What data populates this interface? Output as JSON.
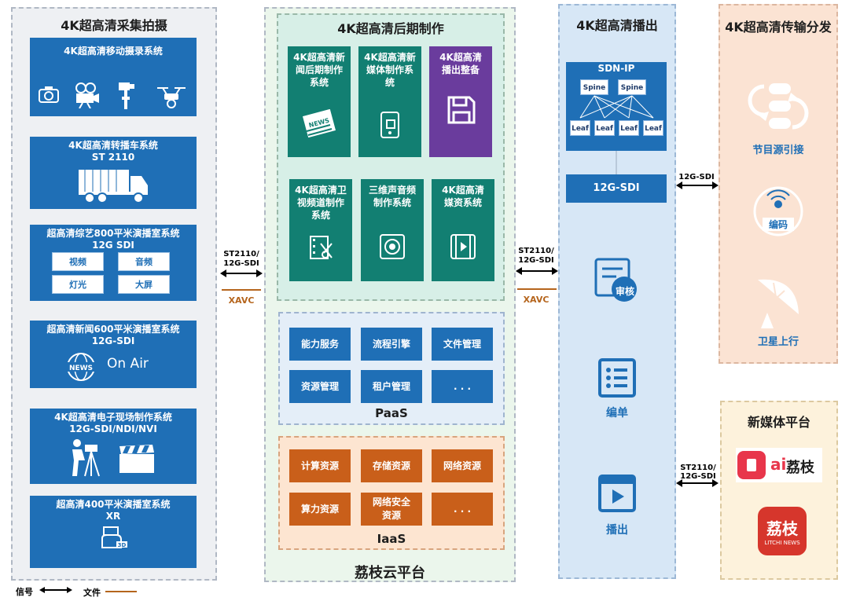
{
  "capture": {
    "title": "4K超高清采集拍摄",
    "b1": {
      "title": "4K超高清移动摄录系统"
    },
    "b2": {
      "title": "4K超高清转播车系统",
      "sub": "ST 2110"
    },
    "b3": {
      "title": "超高清综艺800平米演播室系统",
      "sub": "12G SDI",
      "items": [
        "视频",
        "音频",
        "灯光",
        "大屏"
      ]
    },
    "b4": {
      "title": "超高清新闻600平米演播室系统",
      "sub": "12G-SDI",
      "onair": "On Air",
      "news": "NEWS"
    },
    "b5": {
      "title": "4K超高清电子现场制作系统",
      "sub": "12G-SDI/NDI/NVI"
    },
    "b6": {
      "title": "超高清400平米演播室系统",
      "sub": "XR"
    }
  },
  "link1": {
    "label1": "ST2110/",
    "label2": "12G-SDI",
    "xavc": "XAVC"
  },
  "link2": {
    "label1": "ST2110/",
    "label2": "12G-SDI",
    "xavc": "XAVC"
  },
  "post": {
    "title": "4K超高清后期制作",
    "tiles": [
      {
        "l1": "4K超高清新",
        "l2": "闻后期制作",
        "l3": "系统"
      },
      {
        "l1": "4K超高清新",
        "l2": "媒体制作系",
        "l3": "统"
      },
      {
        "l1": "4K超高清",
        "l2": "播出整备",
        "l3": ""
      },
      {
        "l1": "4K超高清卫",
        "l2": "视频道制作",
        "l3": "系统"
      },
      {
        "l1": "三维声音频",
        "l2": "制作系统",
        "l3": ""
      },
      {
        "l1": "4K超高清",
        "l2": "媒资系统",
        "l3": ""
      }
    ],
    "news_icon_text": "NEWS"
  },
  "paas": {
    "items": [
      "能力服务",
      "流程引擎",
      "文件管理",
      "资源管理",
      "租户管理",
      ". . ."
    ],
    "label": "PaaS"
  },
  "iaas": {
    "items": [
      "计算资源",
      "存储资源",
      "网络资源",
      "算力资源",
      "网络安全",
      "资源",
      ". . ."
    ],
    "label": "IaaS"
  },
  "cloud": {
    "title": "荔枝云平台"
  },
  "playout": {
    "title": "4K超高清播出",
    "sdn": "SDN-IP",
    "spine": "Spine",
    "leaf": "Leaf",
    "sdi": "12G-SDI",
    "review": "审核",
    "schedule": "编单",
    "broadcast": "播出"
  },
  "dist": {
    "title": "4K超高清传输分发",
    "items": [
      "节目源引接",
      "编码",
      "卫星上行"
    ],
    "link": "12G-SDI"
  },
  "newmedia": {
    "title": "新媒体平台",
    "brand": "荔枝",
    "brand_ai": "ai",
    "logo_text": "荔枝",
    "logo_sub": "LITCHI NEWS",
    "link1": "ST2110/",
    "link2": "12G-SDI"
  },
  "legend": {
    "signal": "信号",
    "file": "文件"
  },
  "colors": {
    "blue": "#1f6fb6",
    "teal": "#127f72",
    "purple": "#6a3c9d",
    "orange": "#c95f1a",
    "xavc": "#b5651d"
  }
}
